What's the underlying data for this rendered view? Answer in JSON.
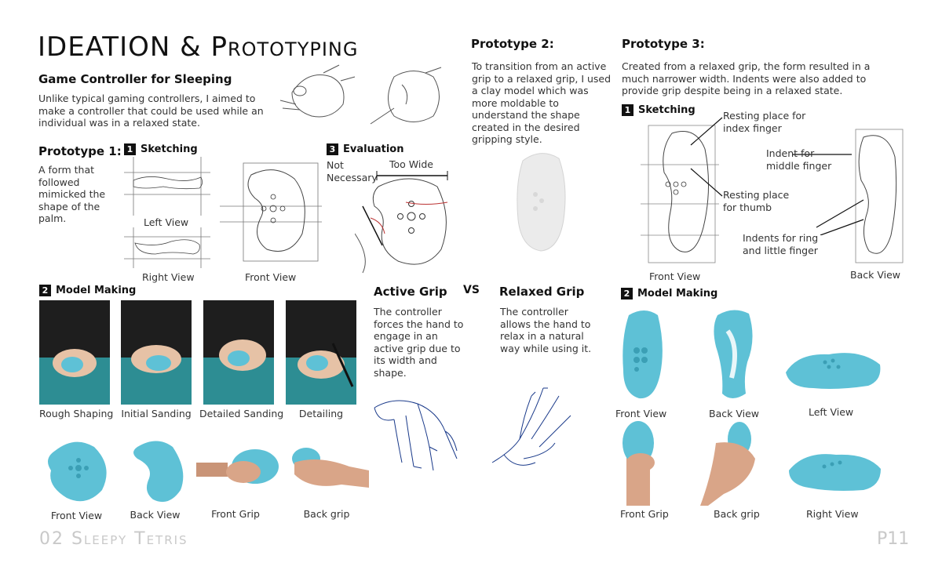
{
  "title": {
    "main": "IDEATION & ",
    "small_caps": "Prototyping"
  },
  "intro": {
    "heading": "Game Controller for Sleeping",
    "text": "Unlike typical gaming controllers, I aimed to make a controller that could be used while an individual was in a relaxed state."
  },
  "p1": {
    "heading": "Prototype 1:",
    "text": "A form that followed mimicked the shape of the palm.",
    "sketching": {
      "num": "1",
      "label": "Sketching"
    },
    "evaluation": {
      "num": "3",
      "label": "Evaluation"
    },
    "not_necessary": "Not Necessary",
    "too_wide": "Too Wide",
    "left_view": "Left View",
    "right_view": "Right View",
    "front_view": "Front View",
    "model_making": {
      "num": "2",
      "label": "Model Making"
    },
    "steps": [
      "Rough Shaping",
      "Initial Sanding",
      "Detailed Sanding",
      "Detailing"
    ],
    "results": [
      "Front View",
      "Back View",
      "Front Grip",
      "Back grip"
    ]
  },
  "p2": {
    "heading": "Prototype 2:",
    "text": "To transition from an active grip to a relaxed grip, I used a clay model which was more moldable to understand the shape created in the desired gripping style.",
    "active_heading": "Active Grip",
    "vs": "VS",
    "relaxed_heading": "Relaxed Grip",
    "active_text": "The controller forces the hand to engage in an active grip due to its width and shape.",
    "relaxed_text": "The controller allows the hand to relax in a natural way while using it."
  },
  "p3": {
    "heading": "Prototype 3:",
    "text": "Created from a relaxed grip, the form resulted in a much narrower width. Indents were also added to provide grip despite being in a relaxed state.",
    "sketching": {
      "num": "1",
      "label": "Sketching"
    },
    "annot_index": "Resting place for index finger",
    "annot_middle": "Indent for middle finger",
    "annot_thumb": "Resting place for thumb",
    "annot_ring": "Indents for ring and little finger",
    "front_view": "Front View",
    "back_view": "Back View",
    "model_making": {
      "num": "2",
      "label": "Model Making"
    },
    "results": [
      "Front View",
      "Back View",
      "Left View",
      "Front Grip",
      "Back grip",
      "Right View"
    ]
  },
  "footer": {
    "left": "02 Sleepy Tetris",
    "page": "P11"
  },
  "colors": {
    "clay": "#5ec1d6",
    "mat": "#2d8d93"
  }
}
